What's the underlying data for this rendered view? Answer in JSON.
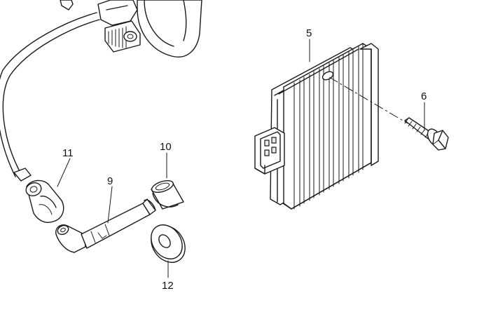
{
  "callouts": {
    "c5": "5",
    "c6": "6",
    "c9": "9",
    "c10": "10",
    "c11": "11",
    "c12": "12"
  }
}
